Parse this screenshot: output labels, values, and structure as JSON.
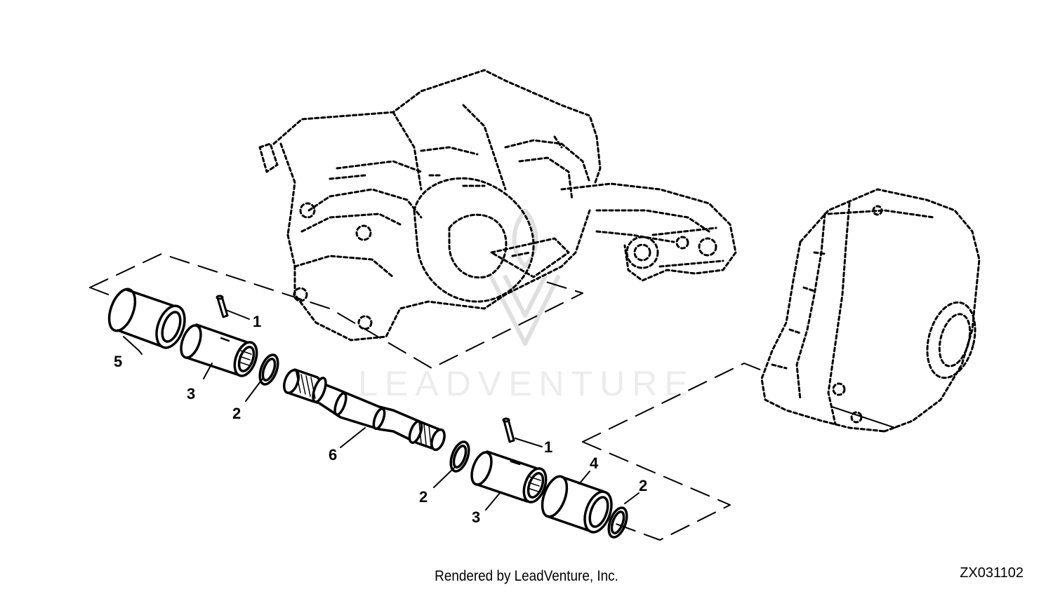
{
  "diagram": {
    "callouts": {
      "c1a": "1",
      "c1b": "1",
      "c2a": "2",
      "c2b": "2",
      "c2c": "2",
      "c3a": "3",
      "c3b": "3",
      "c4": "4",
      "c5": "5",
      "c6": "6"
    }
  },
  "footer": {
    "credit": "Rendered by LeadVenture, Inc.",
    "figure_code": "ZX031102"
  },
  "watermark": {
    "text": "LEADVENTURE"
  },
  "colors": {
    "line": "#000000",
    "background": "#ffffff",
    "watermark": "#e6e6e6"
  }
}
